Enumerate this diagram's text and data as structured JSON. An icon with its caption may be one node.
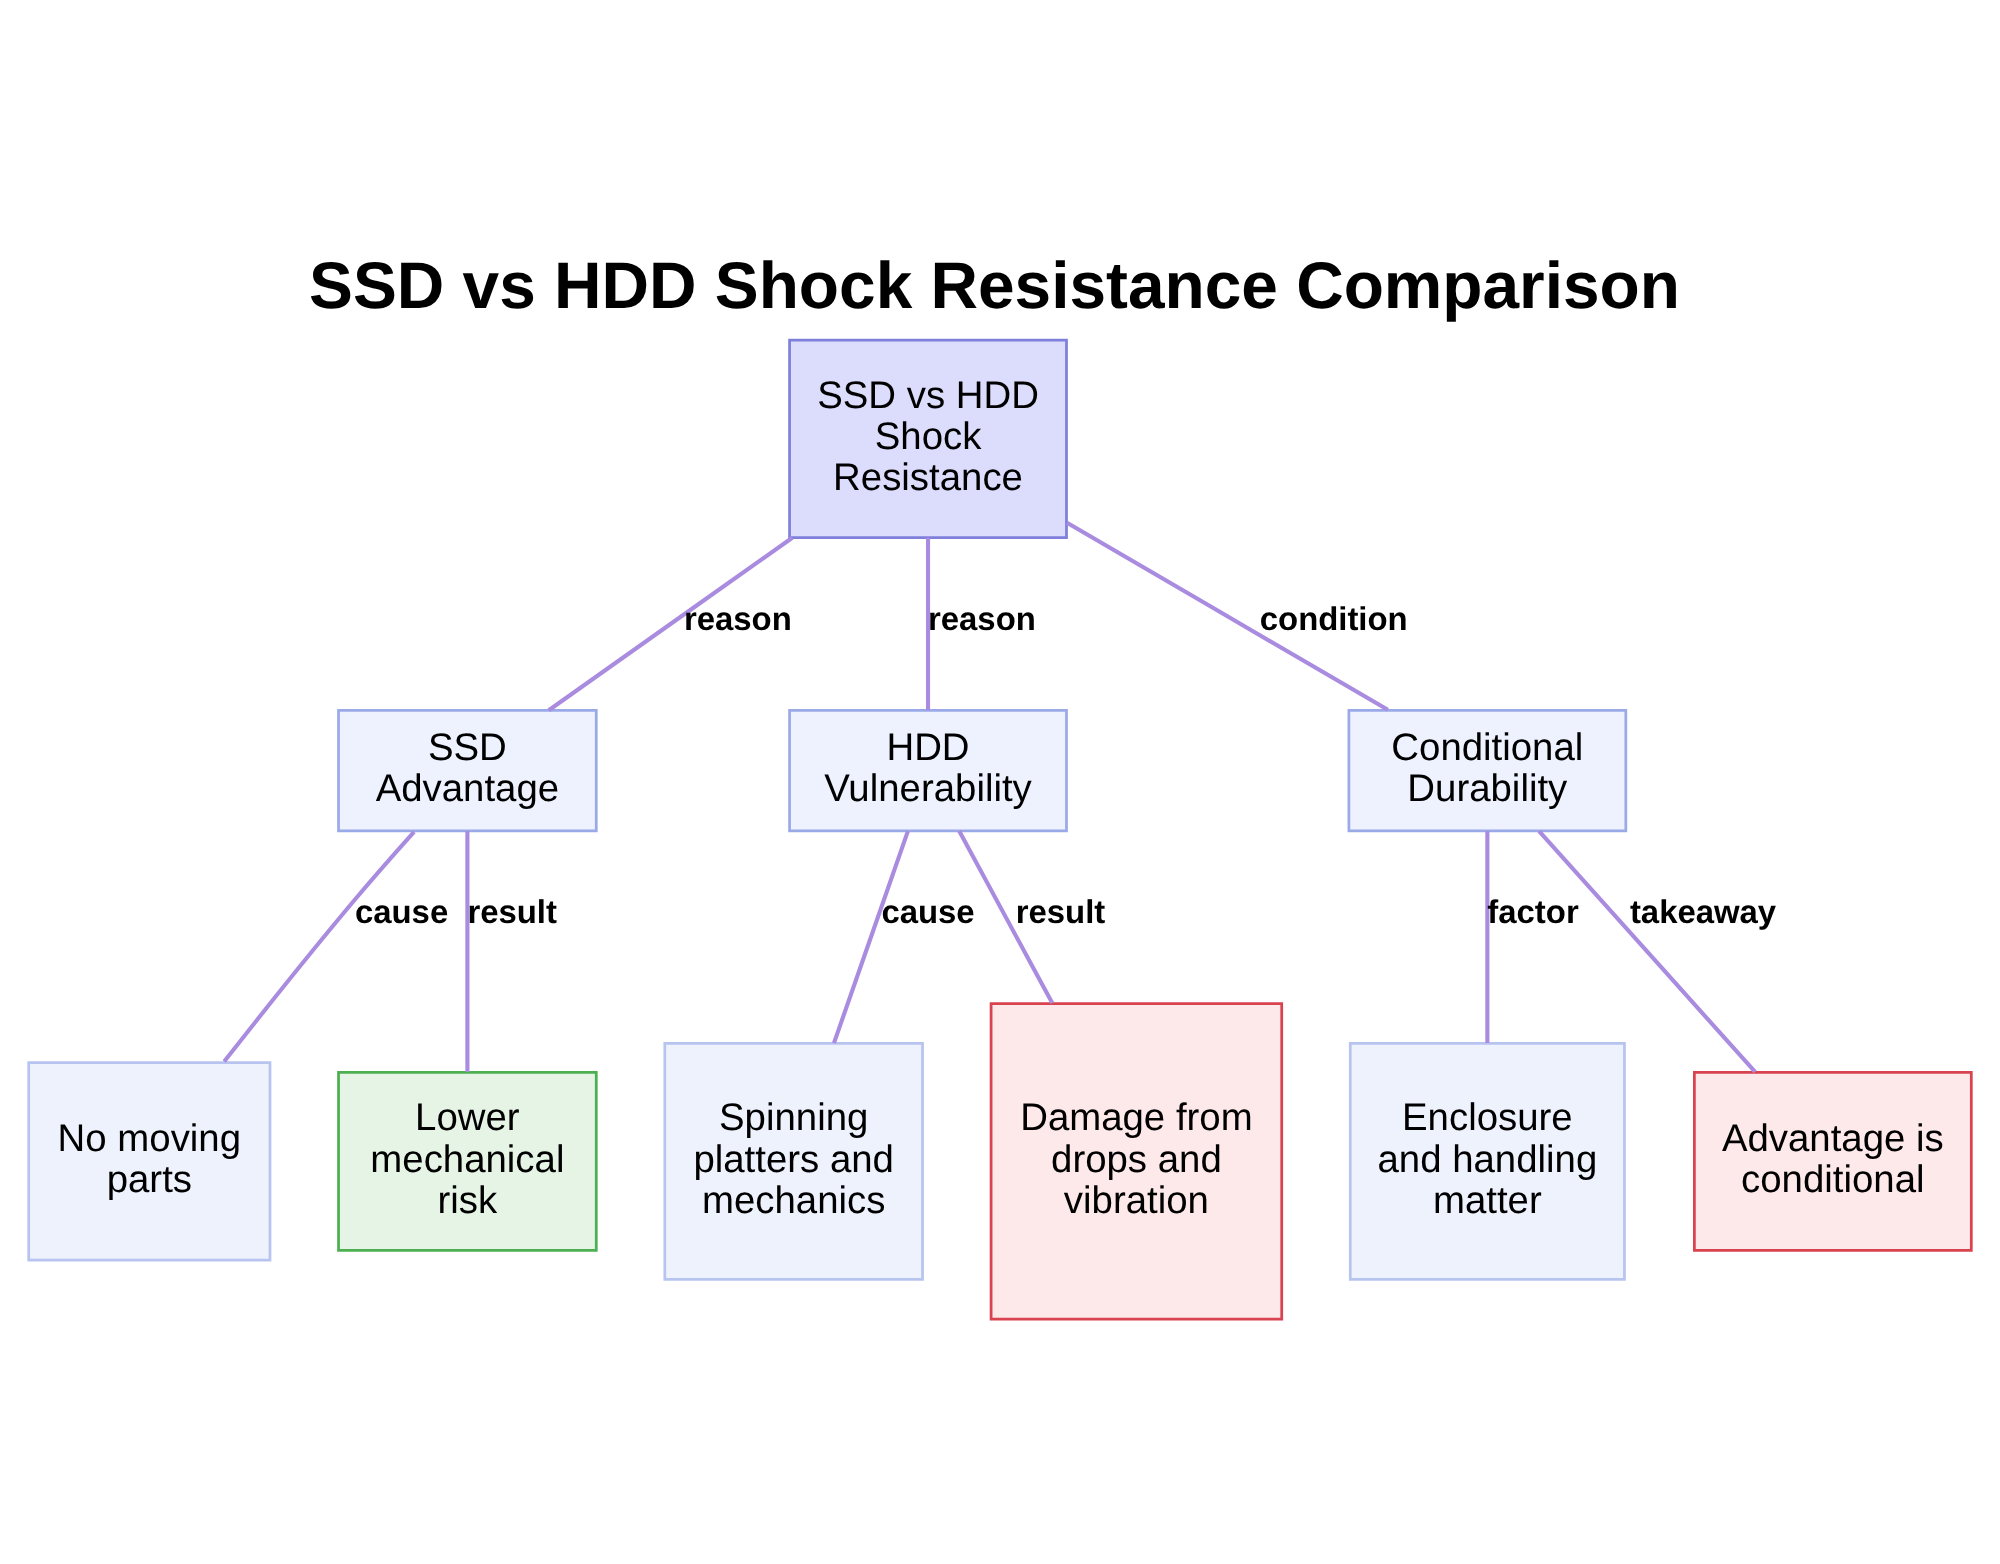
{
  "diagram": {
    "title": "SSD vs HDD Shock Resistance Comparison",
    "nodes": [
      {
        "text": [
          "SSD vs HDD Shock Resistance"
        ]
      },
      {
        "text": [
          "SSD Advantage"
        ]
      },
      {
        "text": [
          "HDD Vulnerability"
        ]
      },
      {
        "text": [
          "Conditional Durability"
        ]
      },
      {
        "text": [
          "No moving parts"
        ]
      },
      {
        "text": [
          "Lower mechanical risk"
        ]
      },
      {
        "text": [
          "Spinning platters and mechanics"
        ]
      },
      {
        "text": [
          "Damage from drops and vibration"
        ]
      },
      {
        "text": [
          "Enclosure and handling matter"
        ]
      },
      {
        "text": [
          "Advantage is conditional"
        ]
      }
    ],
    "edges": [
      {
        "from": 0,
        "to": 1,
        "arrow": "none",
        "label": "reason"
      },
      {
        "from": 0,
        "to": 2,
        "arrow": "none",
        "label": "reason"
      },
      {
        "from": 0,
        "to": 3,
        "arrow": "none",
        "label": "condition"
      },
      {
        "from": 1,
        "to": 4,
        "arrow": "none",
        "label": "cause"
      },
      {
        "from": 1,
        "to": 5,
        "arrow": "none",
        "label": "result"
      },
      {
        "from": 2,
        "to": 6,
        "arrow": "none",
        "label": "cause"
      },
      {
        "from": 2,
        "to": 7,
        "arrow": "none",
        "label": "result"
      },
      {
        "from": 3,
        "to": 8,
        "arrow": "none",
        "label": "factor"
      },
      {
        "from": 3,
        "to": 9,
        "arrow": "none",
        "label": "takeaway"
      }
    ]
  }
}
